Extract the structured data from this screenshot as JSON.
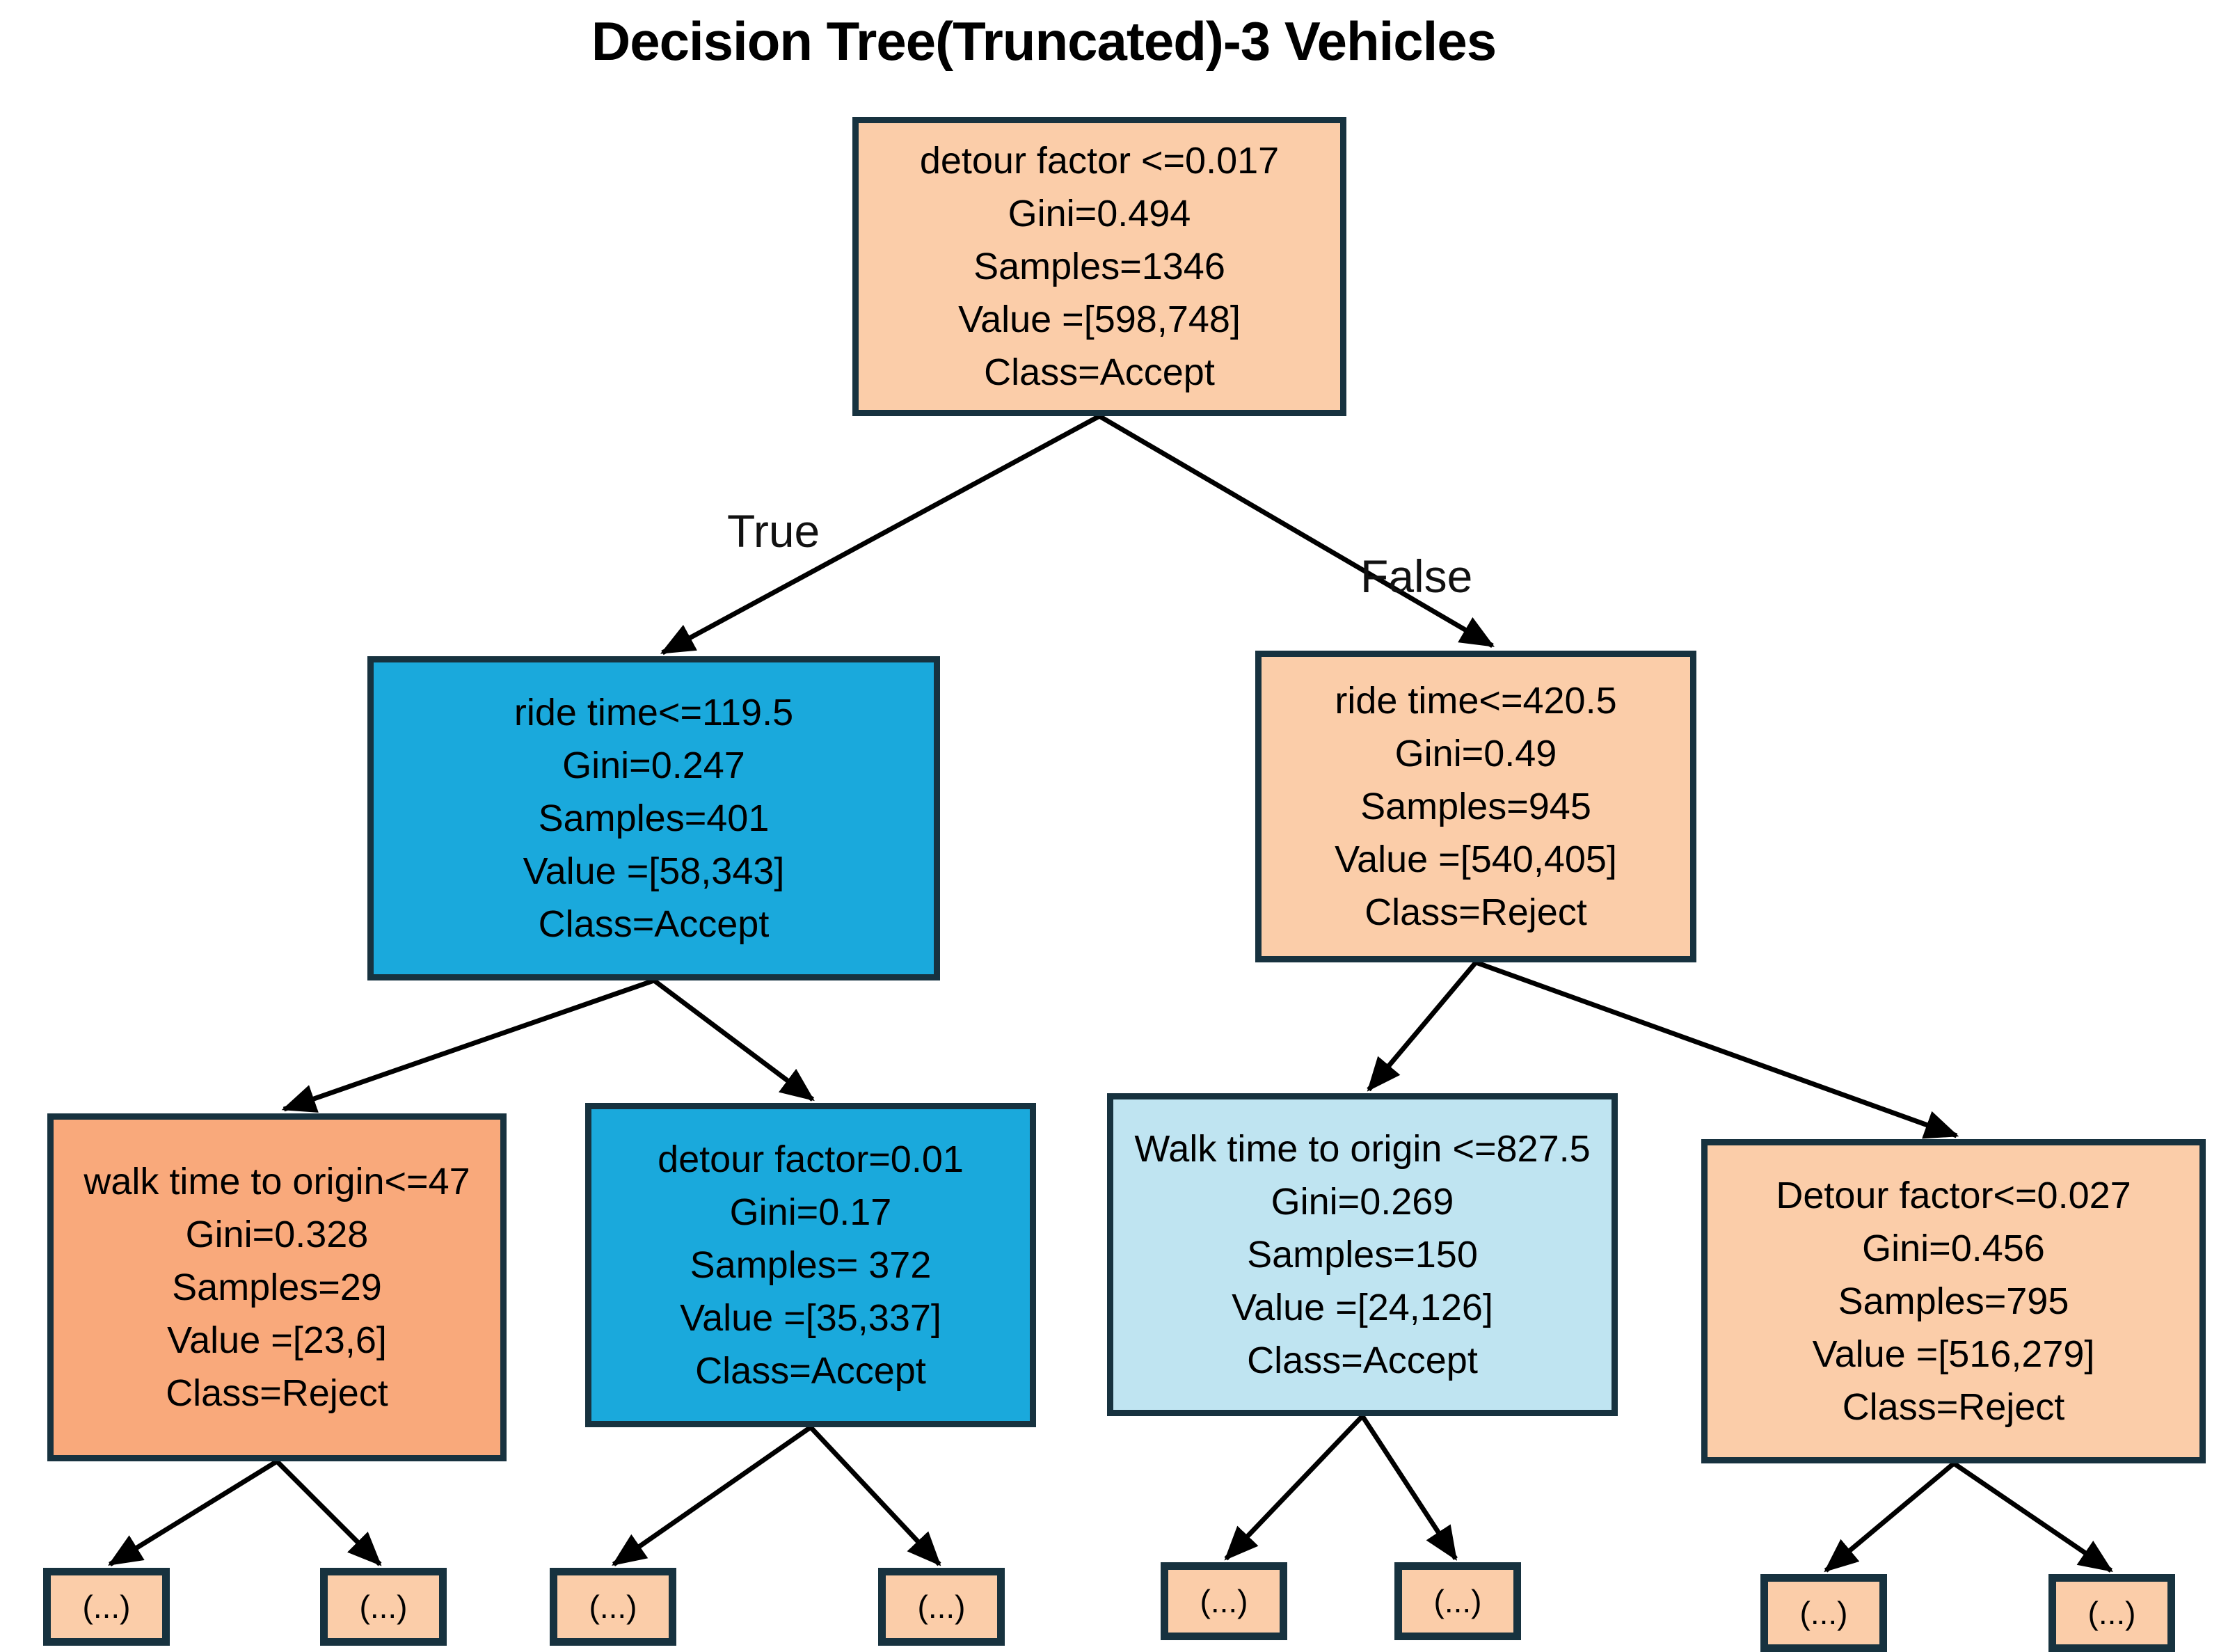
{
  "title": "Decision Tree(Truncated)-3 Vehicles",
  "edge_labels": {
    "true_branch": "True",
    "false_branch": "False"
  },
  "leaf_label": "(...)",
  "colors": {
    "peach": "#FBCDA9",
    "orange": "#F9A97B",
    "blue": "#1AA9DC",
    "light_blue": "#BFE4F1",
    "border": "#17323F",
    "arrow": "#000000",
    "text": "#000000"
  },
  "nodes": {
    "root": {
      "condition": "detour factor <=0.017",
      "gini": "Gini=0.494",
      "samples": "Samples=1346",
      "value": "Value =[598,748]",
      "class_label": "Class=Accept"
    },
    "ride_time_true": {
      "condition": "ride time<=119.5",
      "gini": "Gini=0.247",
      "samples": "Samples=401",
      "value": "Value =[58,343]",
      "class_label": "Class=Accept"
    },
    "ride_time_false": {
      "condition": "ride time<=420.5",
      "gini": "Gini=0.49",
      "samples": "Samples=945",
      "value": "Value =[540,405]",
      "class_label": "Class=Reject"
    },
    "walk_time_left": {
      "condition": "walk time to origin<=47",
      "gini": "Gini=0.328",
      "samples": "Samples=29",
      "value": "Value =[23,6]",
      "class_label": "Class=Reject"
    },
    "detour_mid": {
      "condition": "detour factor=0.01",
      "gini": "Gini=0.17",
      "samples": "Samples= 372",
      "value": "Value =[35,337]",
      "class_label": "Class=Accept"
    },
    "walk_time_right": {
      "condition": "Walk time to origin <=827.5",
      "gini": "Gini=0.269",
      "samples": "Samples=150",
      "value": "Value =[24,126]",
      "class_label": "Class=Accept"
    },
    "detour_right": {
      "condition": "Detour factor<=0.027",
      "gini": "Gini=0.456",
      "samples": "Samples=795",
      "value": "Value =[516,279]",
      "class_label": "Class=Reject"
    }
  }
}
